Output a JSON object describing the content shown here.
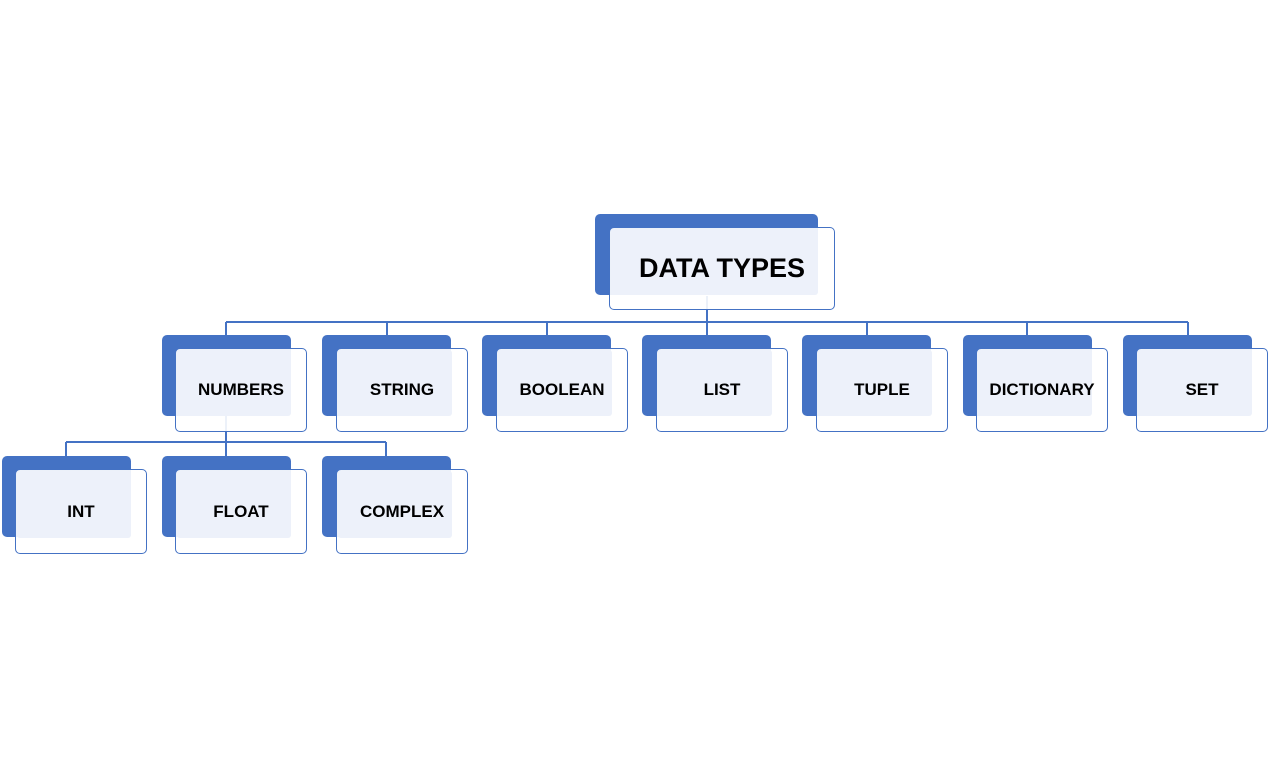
{
  "diagram": {
    "root": {
      "label": "DATA TYPES"
    },
    "types": [
      {
        "label": "NUMBERS"
      },
      {
        "label": "STRING"
      },
      {
        "label": "BOOLEAN"
      },
      {
        "label": "LIST"
      },
      {
        "label": "TUPLE"
      },
      {
        "label": "DICTIONARY"
      },
      {
        "label": "SET"
      }
    ],
    "number_types": [
      {
        "label": "INT"
      },
      {
        "label": "FLOAT"
      },
      {
        "label": "COMPLEX"
      }
    ],
    "colors": {
      "accent": "#4472c4",
      "box_fill": "#edf1fa",
      "text": "#000000"
    }
  }
}
